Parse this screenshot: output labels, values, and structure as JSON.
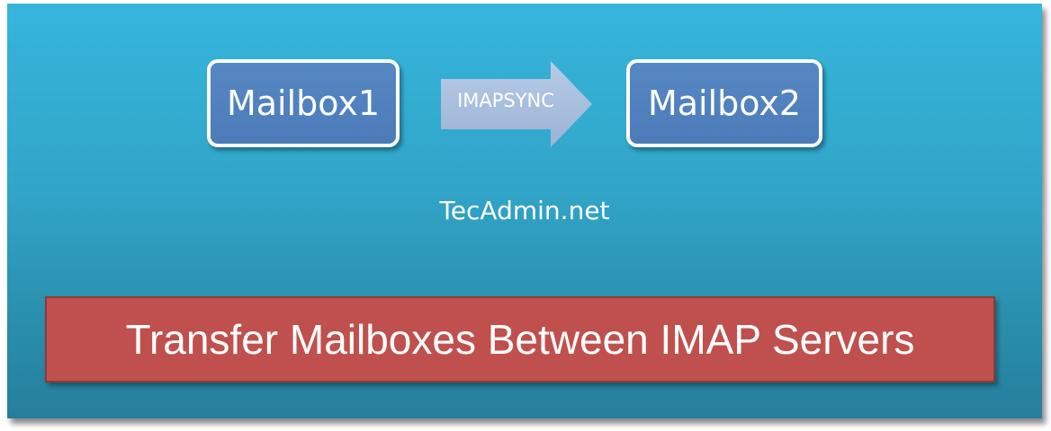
{
  "diagram": {
    "source_box": {
      "label": "Mailbox1"
    },
    "arrow": {
      "label": "IMAPSYNC"
    },
    "target_box": {
      "label": "Mailbox2"
    },
    "site_label": "TecAdmin.net",
    "banner": {
      "title": "Transfer Mailboxes Between IMAP Servers"
    }
  },
  "colors": {
    "background_top": "#36b5dc",
    "background_bottom": "#257e9c",
    "box_fill": "#4f80bd",
    "box_border": "#ffffff",
    "arrow_fill": "#a9bfdc",
    "banner_fill": "#c0504d",
    "text": "#ffffff"
  }
}
